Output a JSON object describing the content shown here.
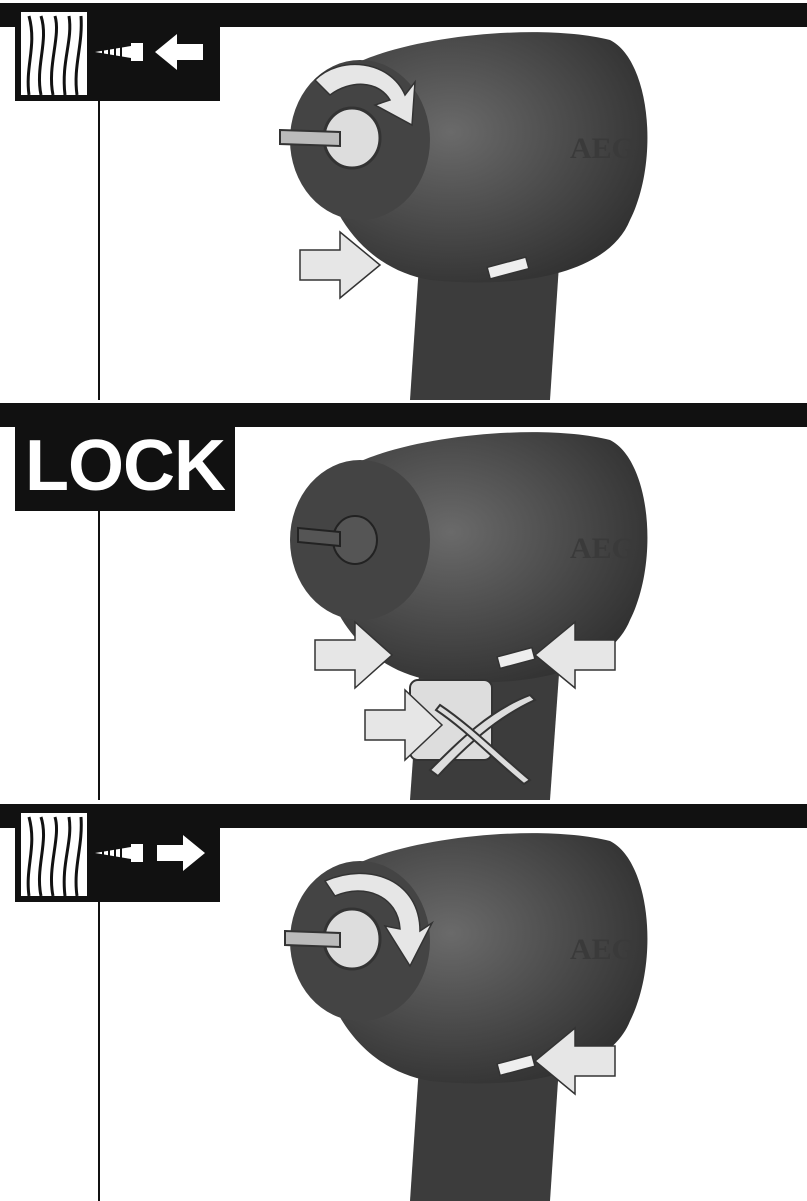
{
  "panels": [
    {
      "id": "reverse",
      "symbol": "wood-screw-arrow-left-icon"
    },
    {
      "id": "lock",
      "label": "LOCK"
    },
    {
      "id": "forward",
      "symbol": "wood-screw-arrow-right-icon"
    }
  ],
  "brand": "AEG",
  "colors": {
    "ink": "#111111",
    "tool_body": "#4a4a4a",
    "arrow_fill": "#e6e6e6"
  }
}
